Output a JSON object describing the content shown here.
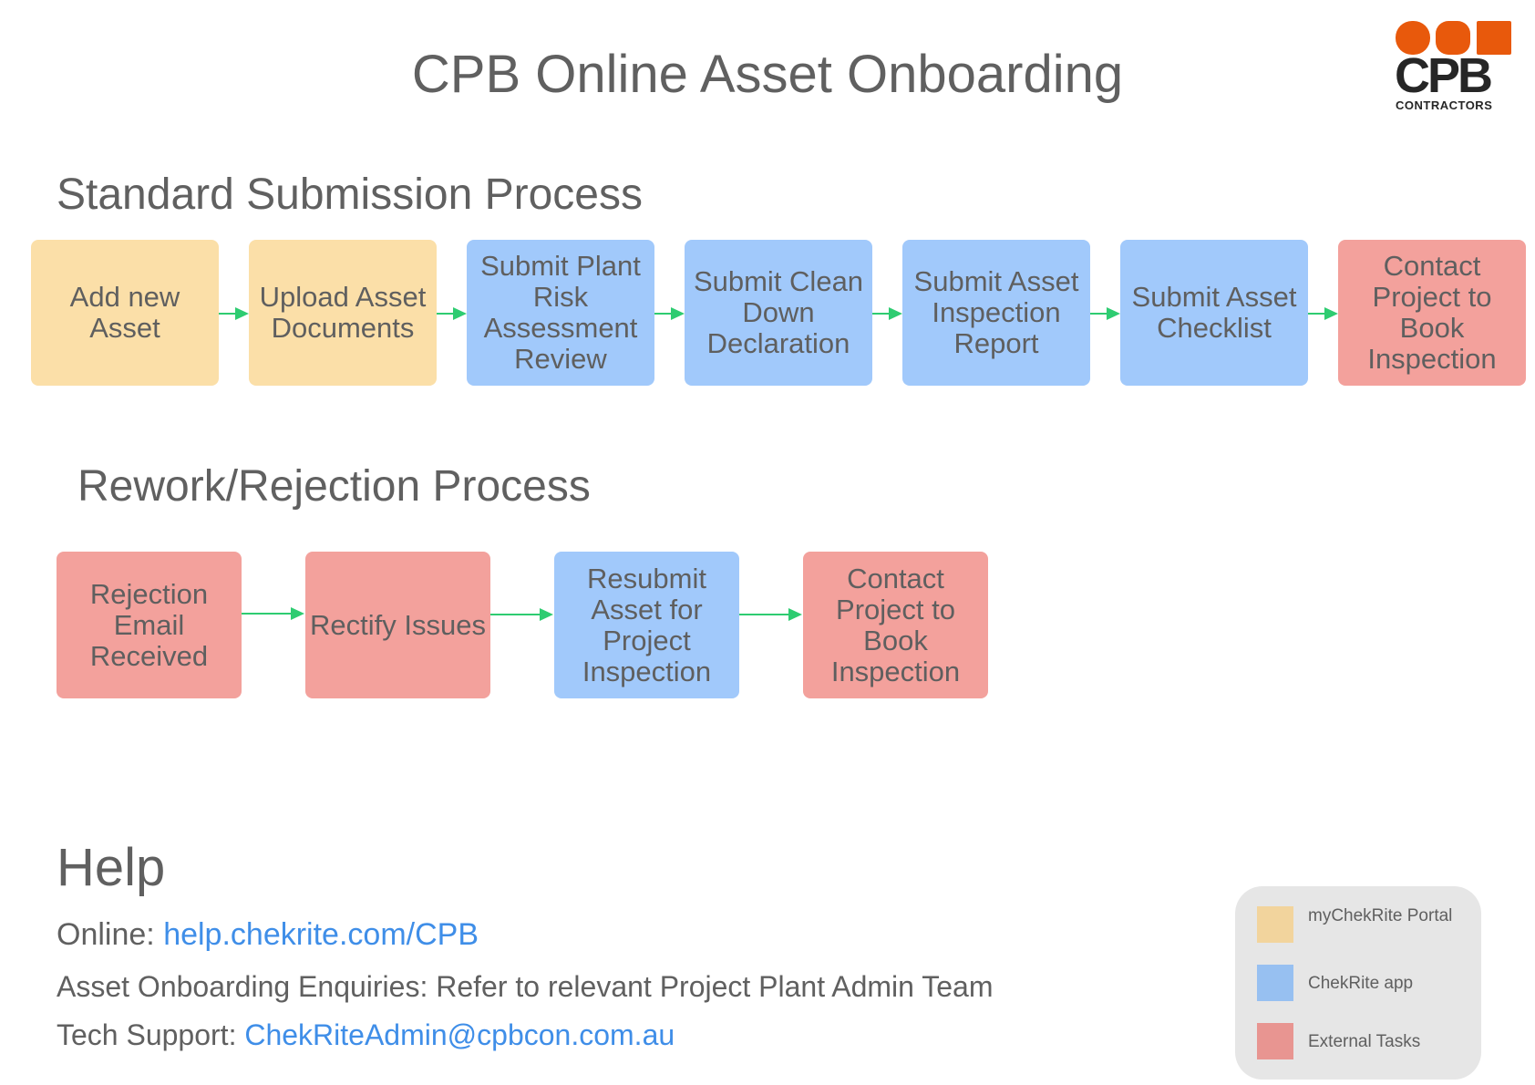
{
  "title": "CPB Online Asset Onboarding",
  "logo": {
    "main_text": "CPB",
    "sub_text": "CONTRACTORS",
    "colors": [
      "#e8590c",
      "#262626"
    ]
  },
  "standard": {
    "title": "Standard Submission Process",
    "steps": [
      {
        "label": "Add new Asset",
        "category": "portal"
      },
      {
        "label": "Upload Asset Documents",
        "category": "portal"
      },
      {
        "label": "Submit Plant Risk Assessment Review",
        "category": "app"
      },
      {
        "label": "Submit Clean Down Declaration",
        "category": "app"
      },
      {
        "label": "Submit Asset Inspection Report",
        "category": "app"
      },
      {
        "label": "Submit Asset Checklist",
        "category": "app"
      },
      {
        "label": "Contact Project to Book Inspection",
        "category": "external"
      }
    ]
  },
  "rework": {
    "title": "Rework/Rejection Process",
    "steps": [
      {
        "label": "Rejection Email Received",
        "category": "external"
      },
      {
        "label": "Rectify Issues",
        "category": "external"
      },
      {
        "label": "Resubmit Asset for Project Inspection",
        "category": "app"
      },
      {
        "label": "Contact Project to Book Inspection",
        "category": "external"
      }
    ]
  },
  "help": {
    "title": "Help",
    "online_label": "Online: ",
    "online_link": "help.chekrite.com/CPB",
    "enquiries": "Asset Onboarding Enquiries: Refer to relevant Project Plant Admin Team",
    "tech_label": "Tech Support: ",
    "tech_link": "ChekRiteAdmin@cpbcon.com.au"
  },
  "legend": {
    "items": [
      {
        "label": "myChekRite Portal",
        "color": "#f2d49d"
      },
      {
        "label": "ChekRite app",
        "color": "#97c0f1"
      },
      {
        "label": "External Tasks",
        "color": "#e89591"
      }
    ]
  },
  "colors": {
    "portal": "#fbdfa8",
    "app": "#a1c9fb",
    "external": "#f3a19c",
    "arrow": "#2ecc71",
    "link": "#3f8ee8"
  }
}
